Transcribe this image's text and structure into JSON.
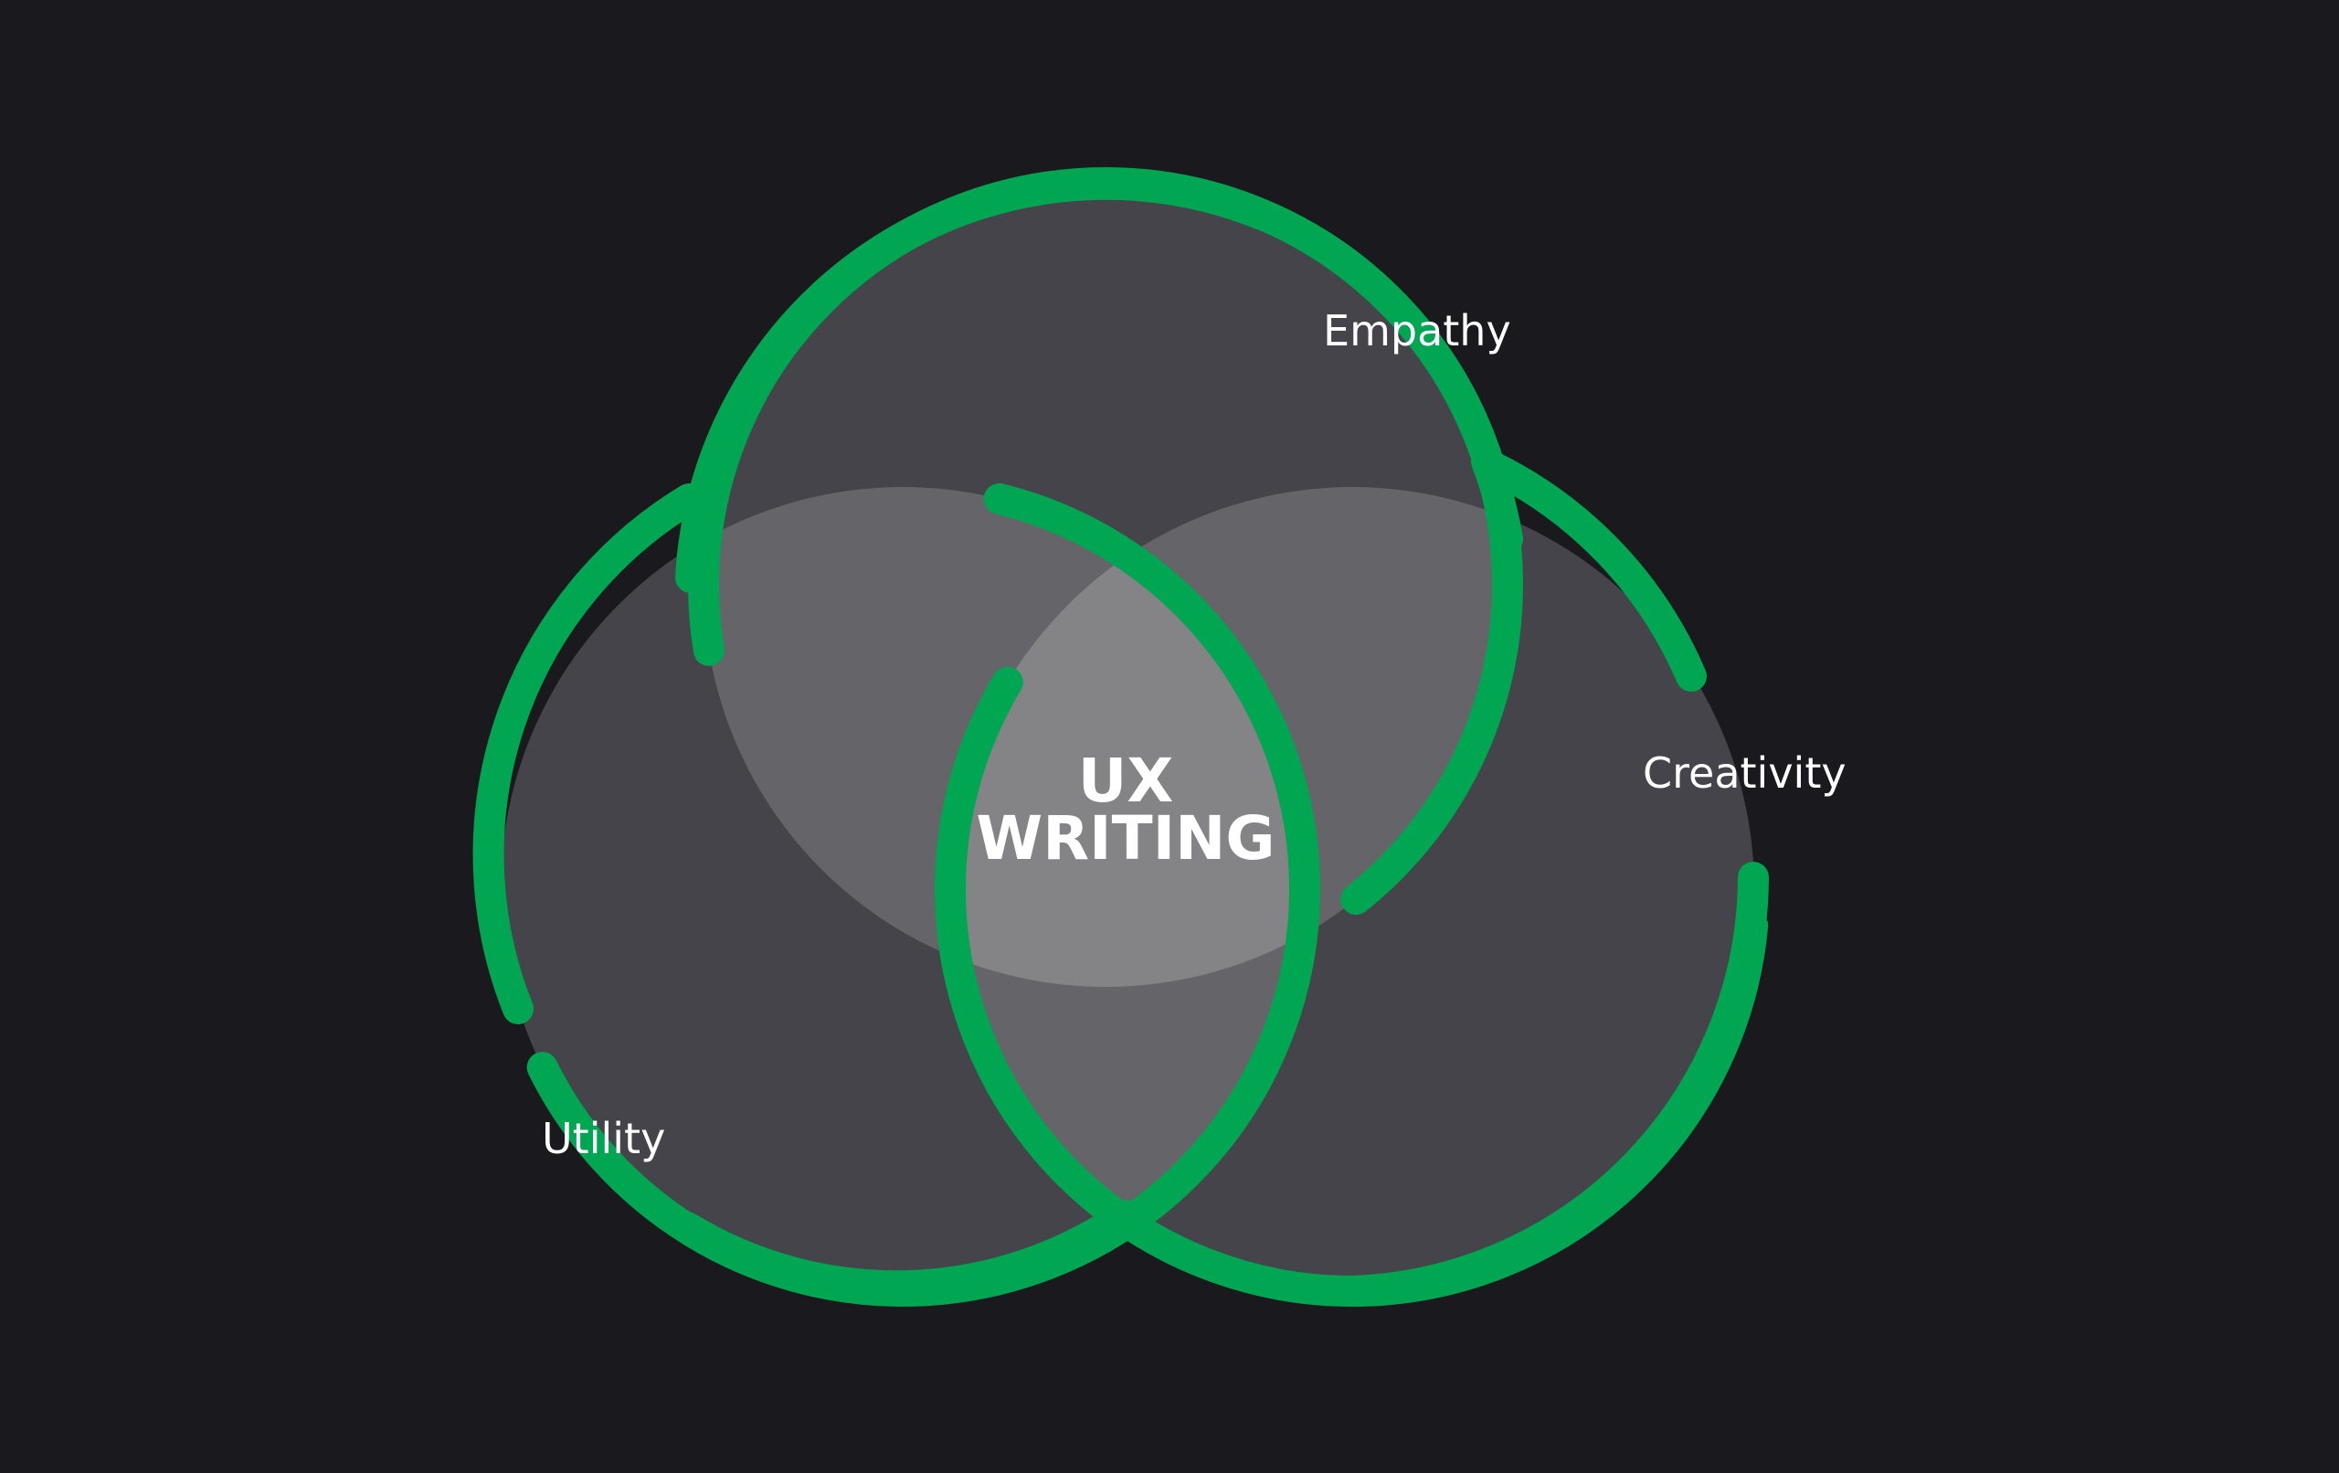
{
  "diagram": {
    "type": "venn",
    "sets": [
      {
        "id": "empathy",
        "label": "Empathy"
      },
      {
        "id": "utility",
        "label": "Utility"
      },
      {
        "id": "creativity",
        "label": "Creativity"
      }
    ],
    "center": {
      "line1": "UX",
      "line2": "WRITING"
    }
  },
  "colors": {
    "background": "#1a1a1e",
    "circle_fill": "#44444a",
    "pair_overlap_fill": "#656569",
    "triple_overlap_fill": "#848486",
    "ring_stroke": "#00a651",
    "text": "#ffffff"
  }
}
